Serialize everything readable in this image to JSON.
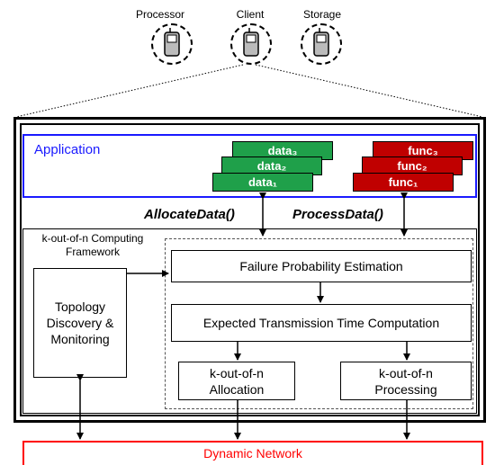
{
  "devices": {
    "processor": "Processor",
    "client": "Client",
    "storage": "Storage"
  },
  "application": {
    "label": "Application",
    "data_cards": [
      "data₃",
      "data₂",
      "data₁"
    ],
    "func_cards": [
      "func₃",
      "func₂",
      "func₁"
    ],
    "allocate_fn": "AllocateData()",
    "process_fn": "ProcessData()"
  },
  "framework": {
    "label": "k-out-of-n Computing Framework",
    "topology": "Topology Discovery & Monitoring",
    "failure": "Failure Probability Estimation",
    "expected": "Expected Transmission Time Computation",
    "allocation": "k-out-of-n Allocation",
    "processing": "k-out-of-n Processing"
  },
  "network": {
    "label": "Dynamic Network"
  },
  "colors": {
    "app_border": "#1a1aff",
    "data_card": "#1fa04a",
    "func_card": "#c00000",
    "network_border": "#ff0000"
  }
}
